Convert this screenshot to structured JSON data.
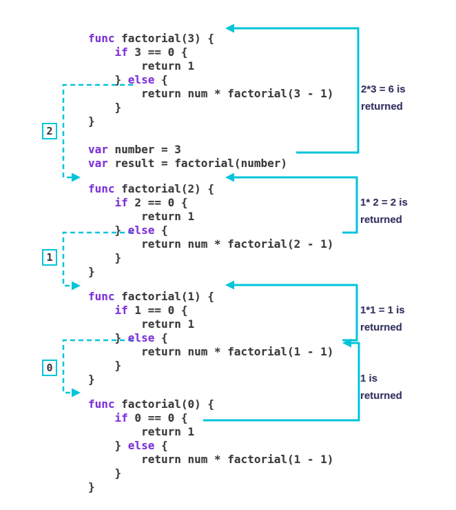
{
  "colors": {
    "arrow_cyan": "#00c4d9",
    "keyword_purple": "#7e2fe0",
    "code_gray": "#3a3a3a",
    "note_navy": "#31315f"
  },
  "code_blocks": [
    {
      "name": "func-factorial-3",
      "lines": [
        [
          {
            "kw": "func"
          },
          {
            "tx": " factorial(3) {"
          }
        ],
        [
          {
            "tx": "    "
          },
          {
            "kw": "if"
          },
          {
            "tx": " 3 == 0 {"
          }
        ],
        [
          {
            "tx": "        return 1"
          }
        ],
        [
          {
            "tx": "    } "
          },
          {
            "kw": "else"
          },
          {
            "tx": " {"
          }
        ],
        [
          {
            "tx": "        return num * factorial(3 - 1)"
          }
        ],
        [
          {
            "tx": "    }"
          }
        ],
        [
          {
            "tx": "}"
          }
        ]
      ]
    },
    {
      "name": "main-vars",
      "lines": [
        [
          {
            "kw": "var"
          },
          {
            "tx": " number = 3"
          }
        ],
        [
          {
            "kw": "var"
          },
          {
            "tx": " result = factorial(number)"
          }
        ]
      ]
    },
    {
      "name": "func-factorial-2",
      "lines": [
        [
          {
            "kw": "func"
          },
          {
            "tx": " factorial(2) {"
          }
        ],
        [
          {
            "tx": "    "
          },
          {
            "kw": "if"
          },
          {
            "tx": " 2 == 0 {"
          }
        ],
        [
          {
            "tx": "        return 1"
          }
        ],
        [
          {
            "tx": "    } "
          },
          {
            "kw": "else"
          },
          {
            "tx": " {"
          }
        ],
        [
          {
            "tx": "        return num * factorial(2 - 1)"
          }
        ],
        [
          {
            "tx": "    }"
          }
        ],
        [
          {
            "tx": "}"
          }
        ]
      ]
    },
    {
      "name": "func-factorial-1",
      "lines": [
        [
          {
            "kw": "func"
          },
          {
            "tx": " factorial(1) {"
          }
        ],
        [
          {
            "tx": "    "
          },
          {
            "kw": "if"
          },
          {
            "tx": " 1 == 0 {"
          }
        ],
        [
          {
            "tx": "        return 1"
          }
        ],
        [
          {
            "tx": "    } "
          },
          {
            "kw": "else"
          },
          {
            "tx": " {"
          }
        ],
        [
          {
            "tx": "        return num * factorial(1 - 1)"
          }
        ],
        [
          {
            "tx": "    }"
          }
        ],
        [
          {
            "tx": "}"
          }
        ]
      ]
    },
    {
      "name": "func-factorial-0",
      "lines": [
        [
          {
            "kw": "func"
          },
          {
            "tx": " factorial(0) {"
          }
        ],
        [
          {
            "tx": "    "
          },
          {
            "kw": "if"
          },
          {
            "tx": " 0 == 0 {"
          }
        ],
        [
          {
            "tx": "        return 1"
          }
        ],
        [
          {
            "tx": "    } "
          },
          {
            "kw": "else"
          },
          {
            "tx": " {"
          }
        ],
        [
          {
            "tx": "        return num * factorial(1 - 1)"
          }
        ],
        [
          {
            "tx": "    }"
          }
        ],
        [
          {
            "tx": "}"
          }
        ]
      ]
    }
  ],
  "arg_boxes": [
    {
      "label": "2"
    },
    {
      "label": "1"
    },
    {
      "label": "0"
    }
  ],
  "return_notes": [
    {
      "line1": "2*3 = 6 is",
      "line2": "returned"
    },
    {
      "line1": "1* 2 = 2 is",
      "line2": "returned"
    },
    {
      "line1": "1*1 = 1 is",
      "line2": "returned"
    },
    {
      "line1": "1 is",
      "line2": "returned"
    }
  ]
}
